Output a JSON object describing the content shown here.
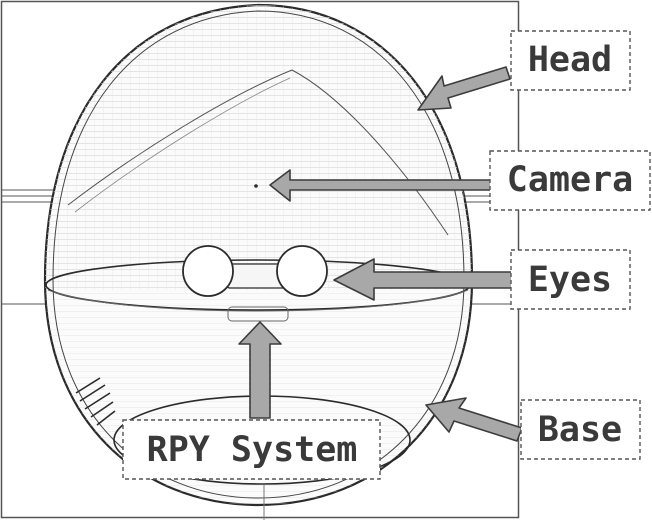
{
  "diagram": {
    "labels": {
      "head": "Head",
      "camera": "Camera",
      "eyes": "Eyes",
      "base": "Base",
      "rpy_system": "RPY System"
    },
    "colors": {
      "line": "#2b2b2b",
      "wire": "#9a9a9a",
      "arrow_fill": "#a8a8a8",
      "arrow_stroke": "#3c3c3c",
      "label_text": "#3a3a3a",
      "label_border": "#555555"
    }
  }
}
